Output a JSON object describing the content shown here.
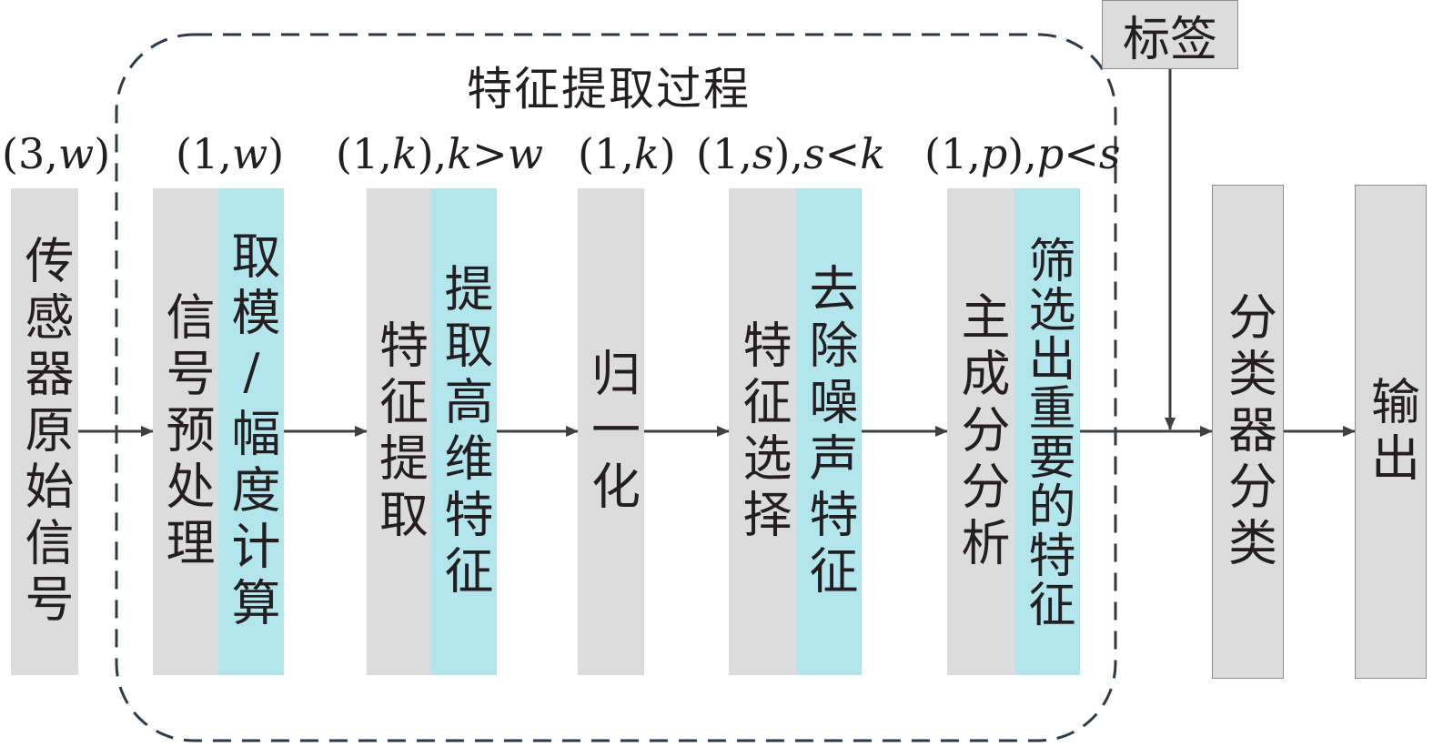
{
  "title": "特征提取过程",
  "label_box": "标签",
  "dims": {
    "raw": "(3,w)",
    "pre": "(1,w)",
    "feat": "(1,k),k>w",
    "norm": "(1,k)",
    "sel": "(1,s),s<k",
    "pca": "(1,p),p<s"
  },
  "blocks": {
    "sensor": "传感器原始信号",
    "preprocess": "信号预处理",
    "amplitude": "取模/幅度计算",
    "feature_extract": "特征提取",
    "high_dim": "提取高维特征",
    "normalize": "归一化",
    "feature_select": "特征选择",
    "denoise": "去除噪声特征",
    "pca": "主成分分析",
    "important": "筛选出重要的特征",
    "classifier": "分类器分类",
    "output": "输出"
  },
  "colors": {
    "gray": "#dcdcdc",
    "cyan": "#b2e5ec",
    "arrow": "#404040",
    "dashed_border": "#2a3b4c"
  }
}
